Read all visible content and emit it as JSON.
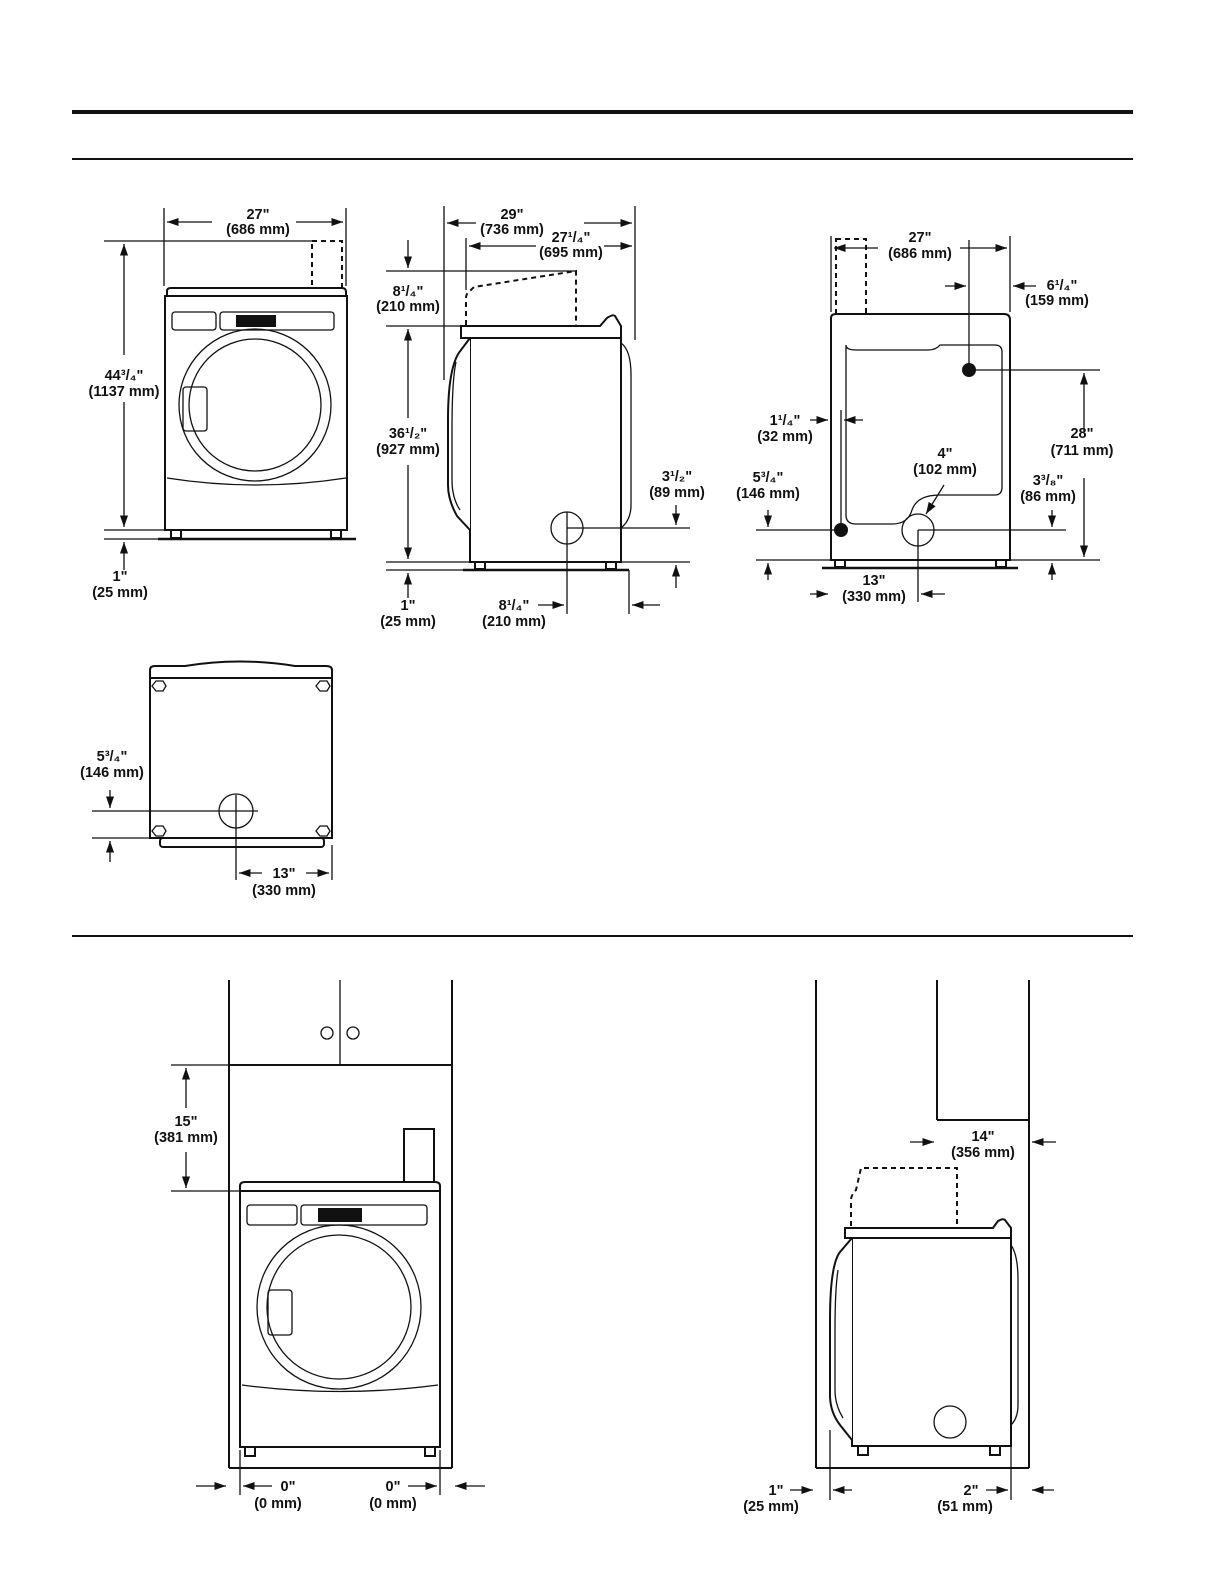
{
  "front_view": {
    "width_in": "27\"",
    "width_mm": "(686 mm)",
    "height_in": "44³/₄\"",
    "height_mm": "(1137 mm)",
    "foot_in": "1\"",
    "foot_mm": "(25 mm)"
  },
  "side_view": {
    "depth_in": "29\"",
    "depth_mm": "(736 mm)",
    "cabinet_depth_in": "27¹/₄\"",
    "cabinet_depth_mm": "(695 mm)",
    "vent_height_in": "8¹/₄\"",
    "vent_height_mm": "(210 mm)",
    "cabinet_height_in": "36¹/₂\"",
    "cabinet_height_mm": "(927 mm)",
    "exhaust_height_in": "3¹/₂\"",
    "exhaust_height_mm": "(89 mm)",
    "foot_in": "1\"",
    "foot_mm": "(25 mm)",
    "exhaust_back_in": "8¹/₄\"",
    "exhaust_back_mm": "(210 mm)"
  },
  "rear_view": {
    "width_in": "27\"",
    "width_mm": "(686 mm)",
    "right_offset_in": "6¹/₄\"",
    "right_offset_mm": "(159 mm)",
    "left_offset_in": "1¹/₄\"",
    "left_offset_mm": "(32 mm)",
    "vent_dia_in": "4\"",
    "vent_dia_mm": "(102 mm)",
    "gas_height_in": "28\"",
    "gas_height_mm": "(711 mm)",
    "low_left_in": "5³/₄\"",
    "low_left_mm": "(146 mm)",
    "low_right_in": "3³/₈\"",
    "low_right_mm": "(86 mm)",
    "vent_center_in": "13\"",
    "vent_center_mm": "(330 mm)"
  },
  "bottom_view": {
    "edge_in": "5³/₄\"",
    "edge_mm": "(146 mm)",
    "center_in": "13\"",
    "center_mm": "(330 mm)"
  },
  "recess_front": {
    "cabinet_clear_in": "15\"",
    "cabinet_clear_mm": "(381 mm)",
    "left_clear_in": "0\"",
    "left_clear_mm": "(0 mm)",
    "right_clear_in": "0\"",
    "right_clear_mm": "(0 mm)"
  },
  "recess_side": {
    "top_clear_in": "14\"",
    "top_clear_mm": "(356 mm)",
    "front_clear_in": "1\"",
    "front_clear_mm": "(25 mm)",
    "rear_clear_in": "2\"",
    "rear_clear_mm": "(51 mm)"
  }
}
